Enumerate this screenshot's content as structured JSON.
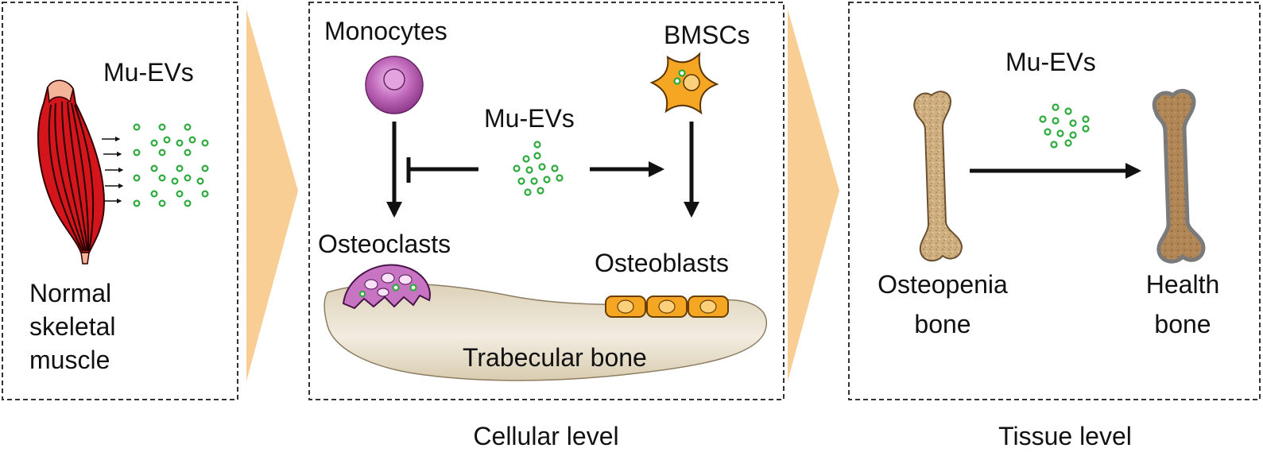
{
  "panel_muscle": {
    "ev_label": "Mu-EVs",
    "muscle_label": [
      "Normal",
      "skeletal",
      "muscle"
    ]
  },
  "panel_cellular": {
    "monocytes": "Monocytes",
    "bmscs": "BMSCs",
    "ev_label": "Mu-EVs",
    "osteoclasts": "Osteoclasts",
    "osteoblasts": "Osteoblasts",
    "trabecular_bone": "Trabecular bone",
    "caption": "Cellular level"
  },
  "panel_tissue": {
    "ev_label": "Mu-EVs",
    "osteopenia": [
      "Osteopenia",
      "bone"
    ],
    "health": [
      "Health",
      "bone"
    ],
    "caption": "Tissue level"
  },
  "colors": {
    "muscle": "#d4151b",
    "ev": "#2cab3c",
    "chevron": "#f8c98a",
    "monocyte": "#b45ab0",
    "bmsc": "#f5a623",
    "bone": "#c9a679",
    "trabecular": "#e6dcc5"
  },
  "icons": [
    "muscle-icon",
    "ev-cluster-icon",
    "monocyte-icon",
    "bmsc-icon",
    "osteoclast-icon",
    "osteoblast-icon",
    "bone-icon"
  ]
}
